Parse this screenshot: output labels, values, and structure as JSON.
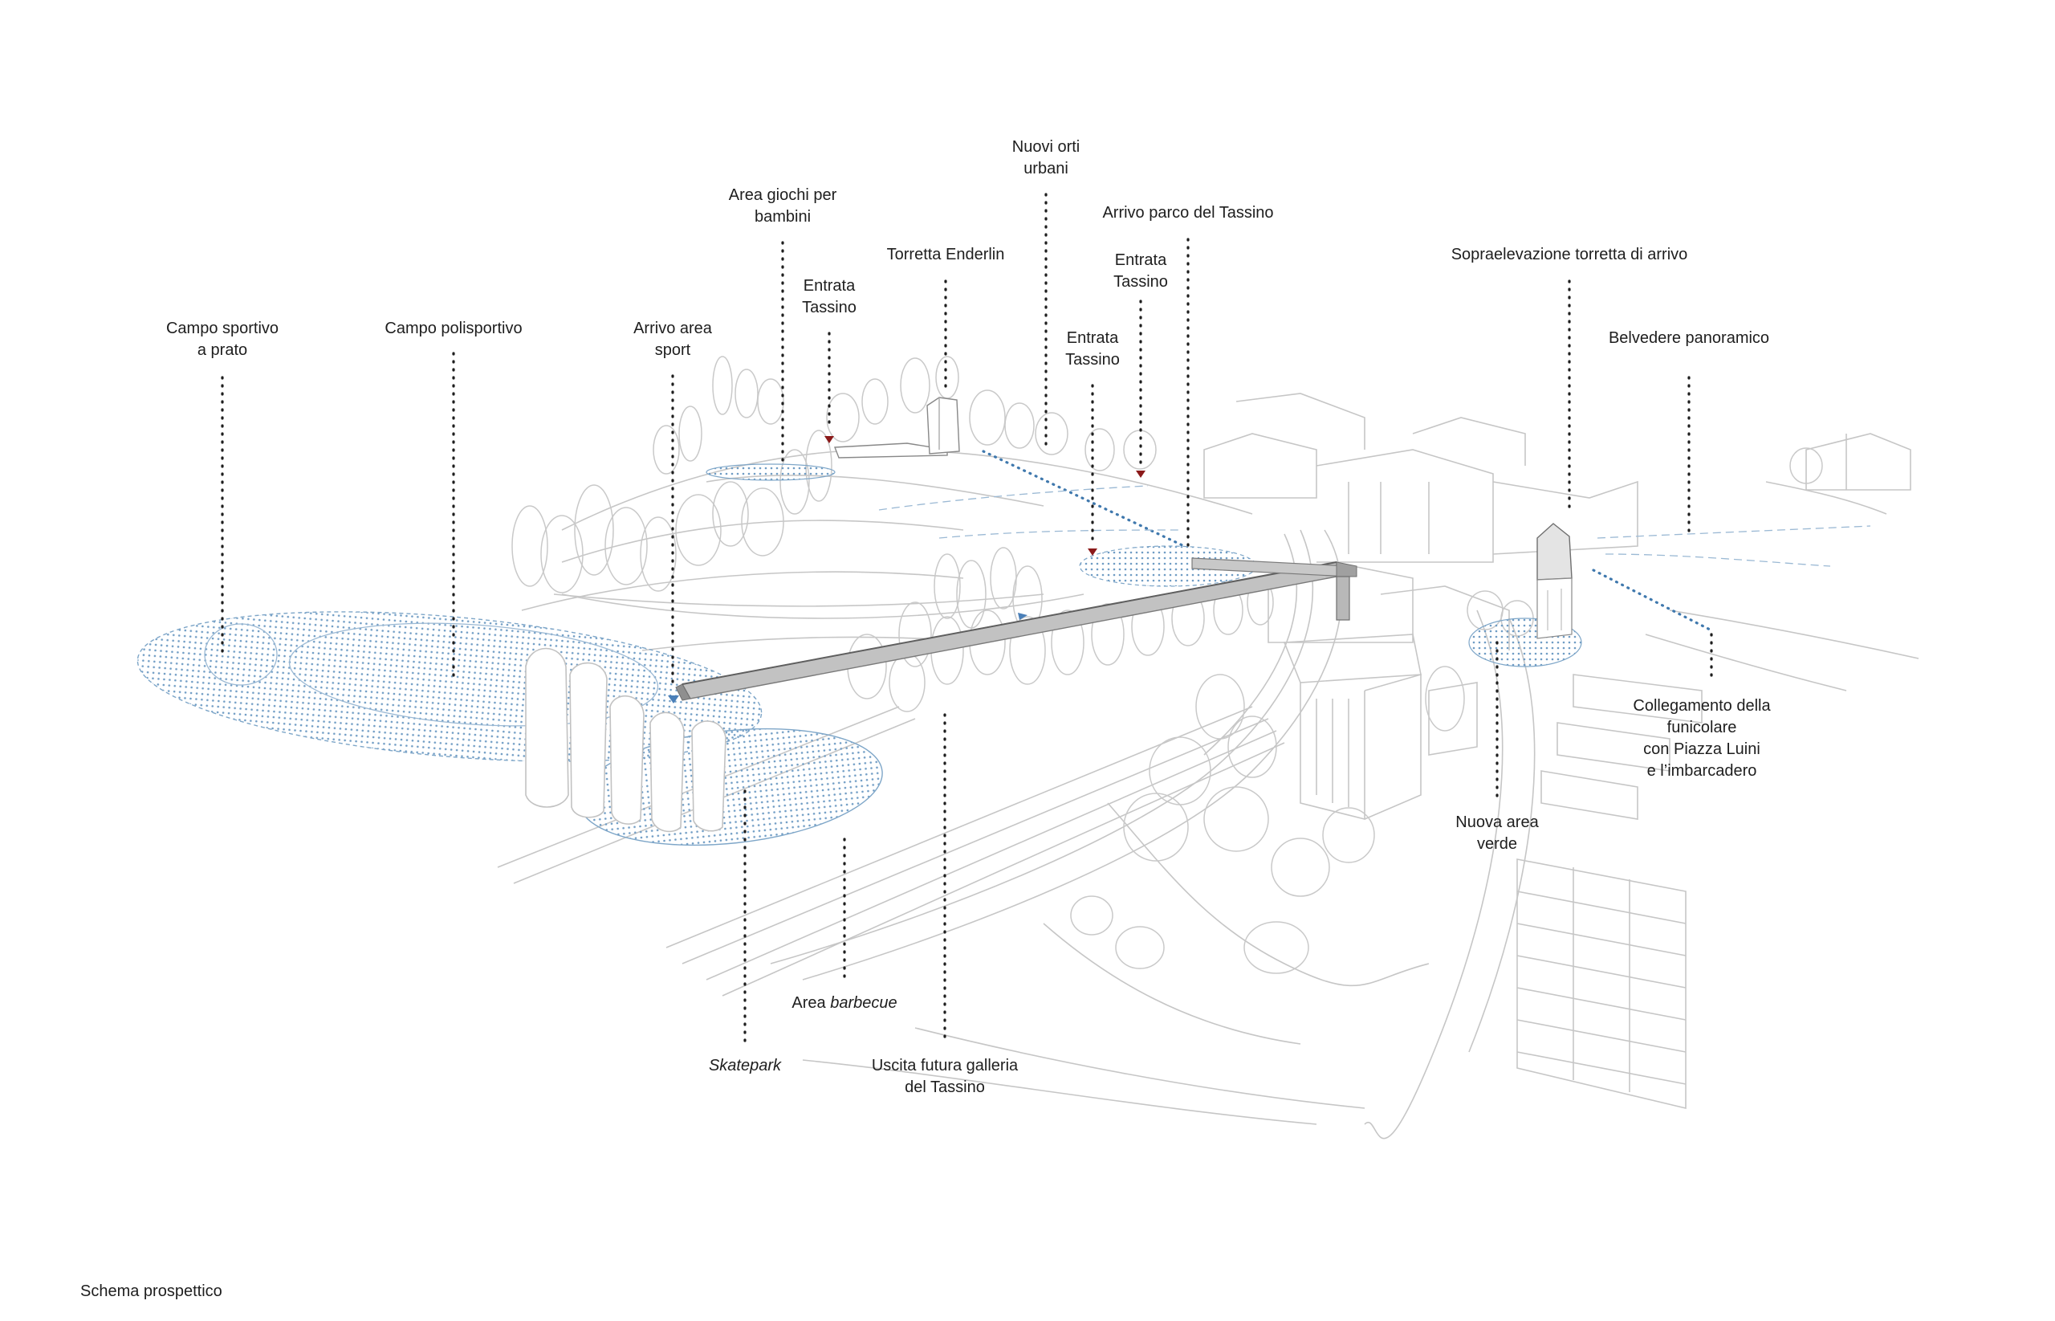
{
  "caption": "Schema prospettico",
  "labels": {
    "campo_sportivo": [
      "Campo sportivo",
      "a prato"
    ],
    "campo_polisportivo": [
      "Campo polisportivo"
    ],
    "arrivo_area_sport": [
      "Arrivo area",
      "sport"
    ],
    "area_giochi": [
      "Area giochi per",
      "bambini"
    ],
    "entrata_tassino_1": [
      "Entrata",
      "Tassino"
    ],
    "torretta_enderlin": [
      "Torretta Enderlin"
    ],
    "nuovi_orti": [
      "Nuovi orti",
      "urbani"
    ],
    "arrivo_parco": [
      "Arrivo parco del Tassino"
    ],
    "entrata_tassino_2": [
      "Entrata",
      "Tassino"
    ],
    "entrata_tassino_3": [
      "Entrata",
      "Tassino"
    ],
    "sopraelevazione": [
      "Sopraelevazione torretta di arrivo"
    ],
    "belvedere": [
      "Belvedere panoramico"
    ],
    "collegamento": [
      "Collegamento della",
      "funicolare",
      "con Piazza Luini",
      "e l’imbarcadero"
    ],
    "nuova_area_verde": [
      "Nuova area",
      "verde"
    ],
    "area_barbecue_pre": "Area ",
    "area_barbecue_em": "barbecue",
    "skatepark": "Skatepark",
    "uscita_galleria": [
      "Uscita futura galleria",
      "del Tassino"
    ]
  },
  "colors": {
    "leader": "#1e1e1e",
    "zone_fill": "#c9dbe9",
    "zone_stroke": "#7ea6c8",
    "blue_dots": "#3f78ad",
    "marker_red": "#8b1a1a",
    "marker_blue": "#4a7fb8",
    "sketch": "#bdbdbd",
    "bridge": "#a8a8a8"
  }
}
